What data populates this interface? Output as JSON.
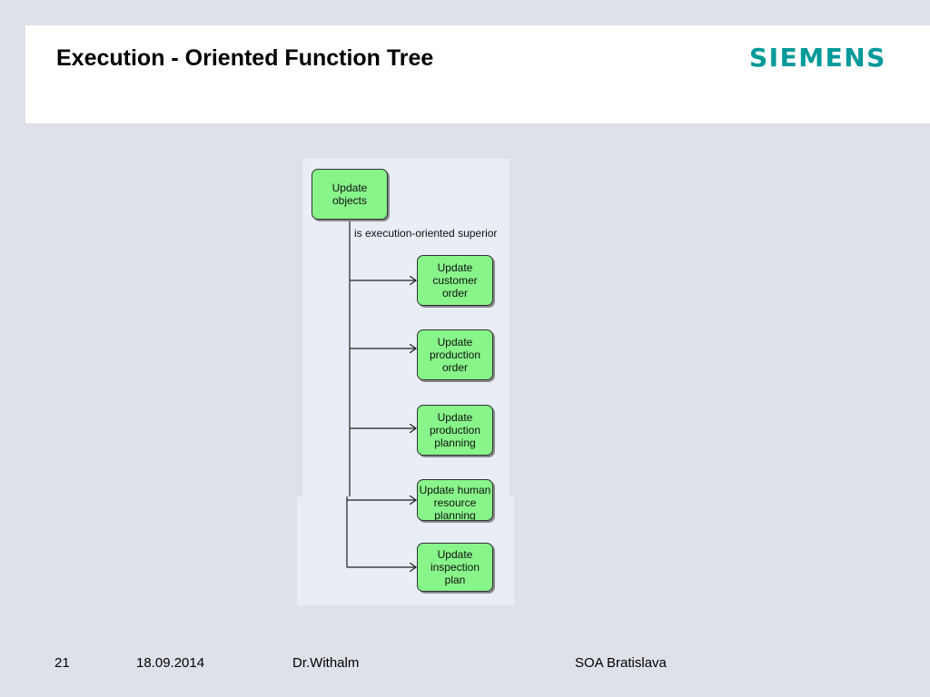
{
  "slide": {
    "title": "Execution - Oriented Function Tree",
    "brand": "SIEMENS"
  },
  "colors": {
    "background": "#dfe1e8",
    "header_band": "#ffffff",
    "brand": "#009999",
    "panel": "#e8edf6",
    "node_fill": "#88f58a",
    "node_border": "#303030"
  },
  "diagram": {
    "root": "Update\nobjects",
    "relation": "is execution-oriented superior",
    "children": [
      "Update\ncustomer\norder",
      "Update\nproduction\norder",
      "Update\nproduction\nplanning",
      "Update human\nresource\nplanning",
      "Update\ninspection\nplan"
    ]
  },
  "footer": {
    "page": "21",
    "date": "18.09.2014",
    "author": "Dr.Withalm",
    "event": "SOA Bratislava"
  }
}
